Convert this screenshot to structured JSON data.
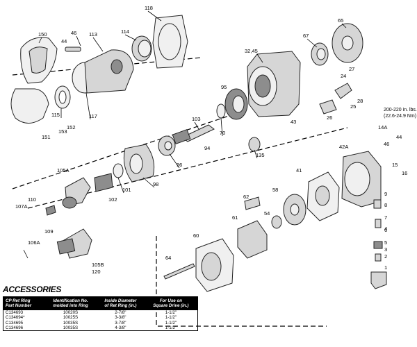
{
  "diagram": {
    "part_labels": [
      "118",
      "150",
      "46",
      "113",
      "114",
      "44",
      "32,45",
      "67",
      "65",
      "24",
      "27",
      "28",
      "95",
      "25",
      "115",
      "117",
      "152",
      "103",
      "26",
      "43",
      "70",
      "151",
      "153",
      "94",
      "135",
      "14A",
      "44",
      "46",
      "42A",
      "15",
      "16",
      "105A",
      "96",
      "98",
      "101",
      "41",
      "110",
      "102",
      "62",
      "58",
      "9",
      "107A",
      "109",
      "54",
      "8",
      "7",
      "106A",
      "61",
      "60",
      "6",
      "5",
      "4",
      "3",
      "2",
      "1",
      "105B",
      "120",
      "64"
    ],
    "torque_note": [
      "200-220 in. lbs.",
      "(22.6-24.9 Nm)"
    ]
  },
  "accessories": {
    "title": "ACCESSORIES",
    "headers": [
      [
        "CP Ret Ring",
        "Part Number"
      ],
      [
        "Identification No.",
        "molded into Ring"
      ],
      [
        "Inside Diameter",
        "of Ret Ring (in.)"
      ],
      [
        "For Use on",
        "Square Drive (in.)"
      ]
    ],
    "rows": [
      [
        "C134693",
        "10020S",
        "2-7/8\"",
        "1-1/2\""
      ],
      [
        "C134694*",
        "10025S",
        "3-3/8\"",
        "1-1/2\""
      ],
      [
        "C134695",
        "10035S",
        "3-7/8\"",
        "1-1/2\""
      ],
      [
        "C134696",
        "10035S",
        "4-3/8\"",
        "1-1/2\""
      ]
    ]
  }
}
